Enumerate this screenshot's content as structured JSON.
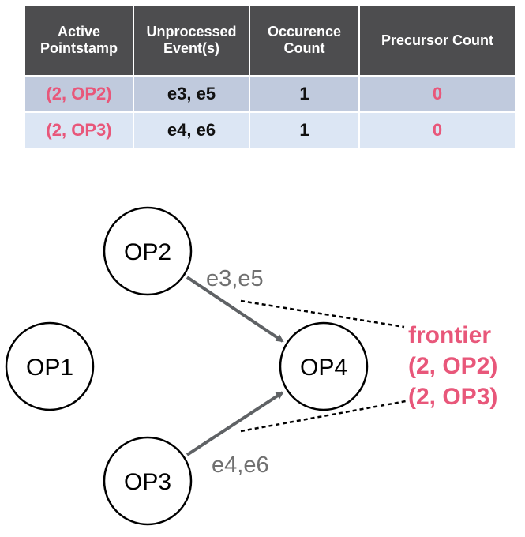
{
  "table": {
    "headers": [
      "Active Pointstamp",
      "Unprocessed Event(s)",
      "Occurence Count",
      "Precursor Count"
    ],
    "rows": [
      {
        "pointstamp": "(2, OP2)",
        "events": "e3, e5",
        "occurrence": "1",
        "precursor": "0"
      },
      {
        "pointstamp": "(2, OP3)",
        "events": "e4, e6",
        "occurrence": "1",
        "precursor": "0"
      }
    ]
  },
  "diagram": {
    "nodes": [
      "OP1",
      "OP2",
      "OP3",
      "OP4"
    ],
    "edges": [
      {
        "from": "OP2",
        "to": "OP4",
        "label": "e3,e5"
      },
      {
        "from": "OP3",
        "to": "OP4",
        "label": "e4,e6"
      }
    ],
    "frontier": {
      "title": "frontier",
      "items": [
        "(2, OP2)",
        "(2, OP3)"
      ]
    }
  },
  "colors": {
    "header_bg": "#4d4d4f",
    "row_a_bg": "#c0cadd",
    "row_b_bg": "#dce6f4",
    "accent_pink": "#e8577a",
    "edge_gray": "#5f6265"
  }
}
